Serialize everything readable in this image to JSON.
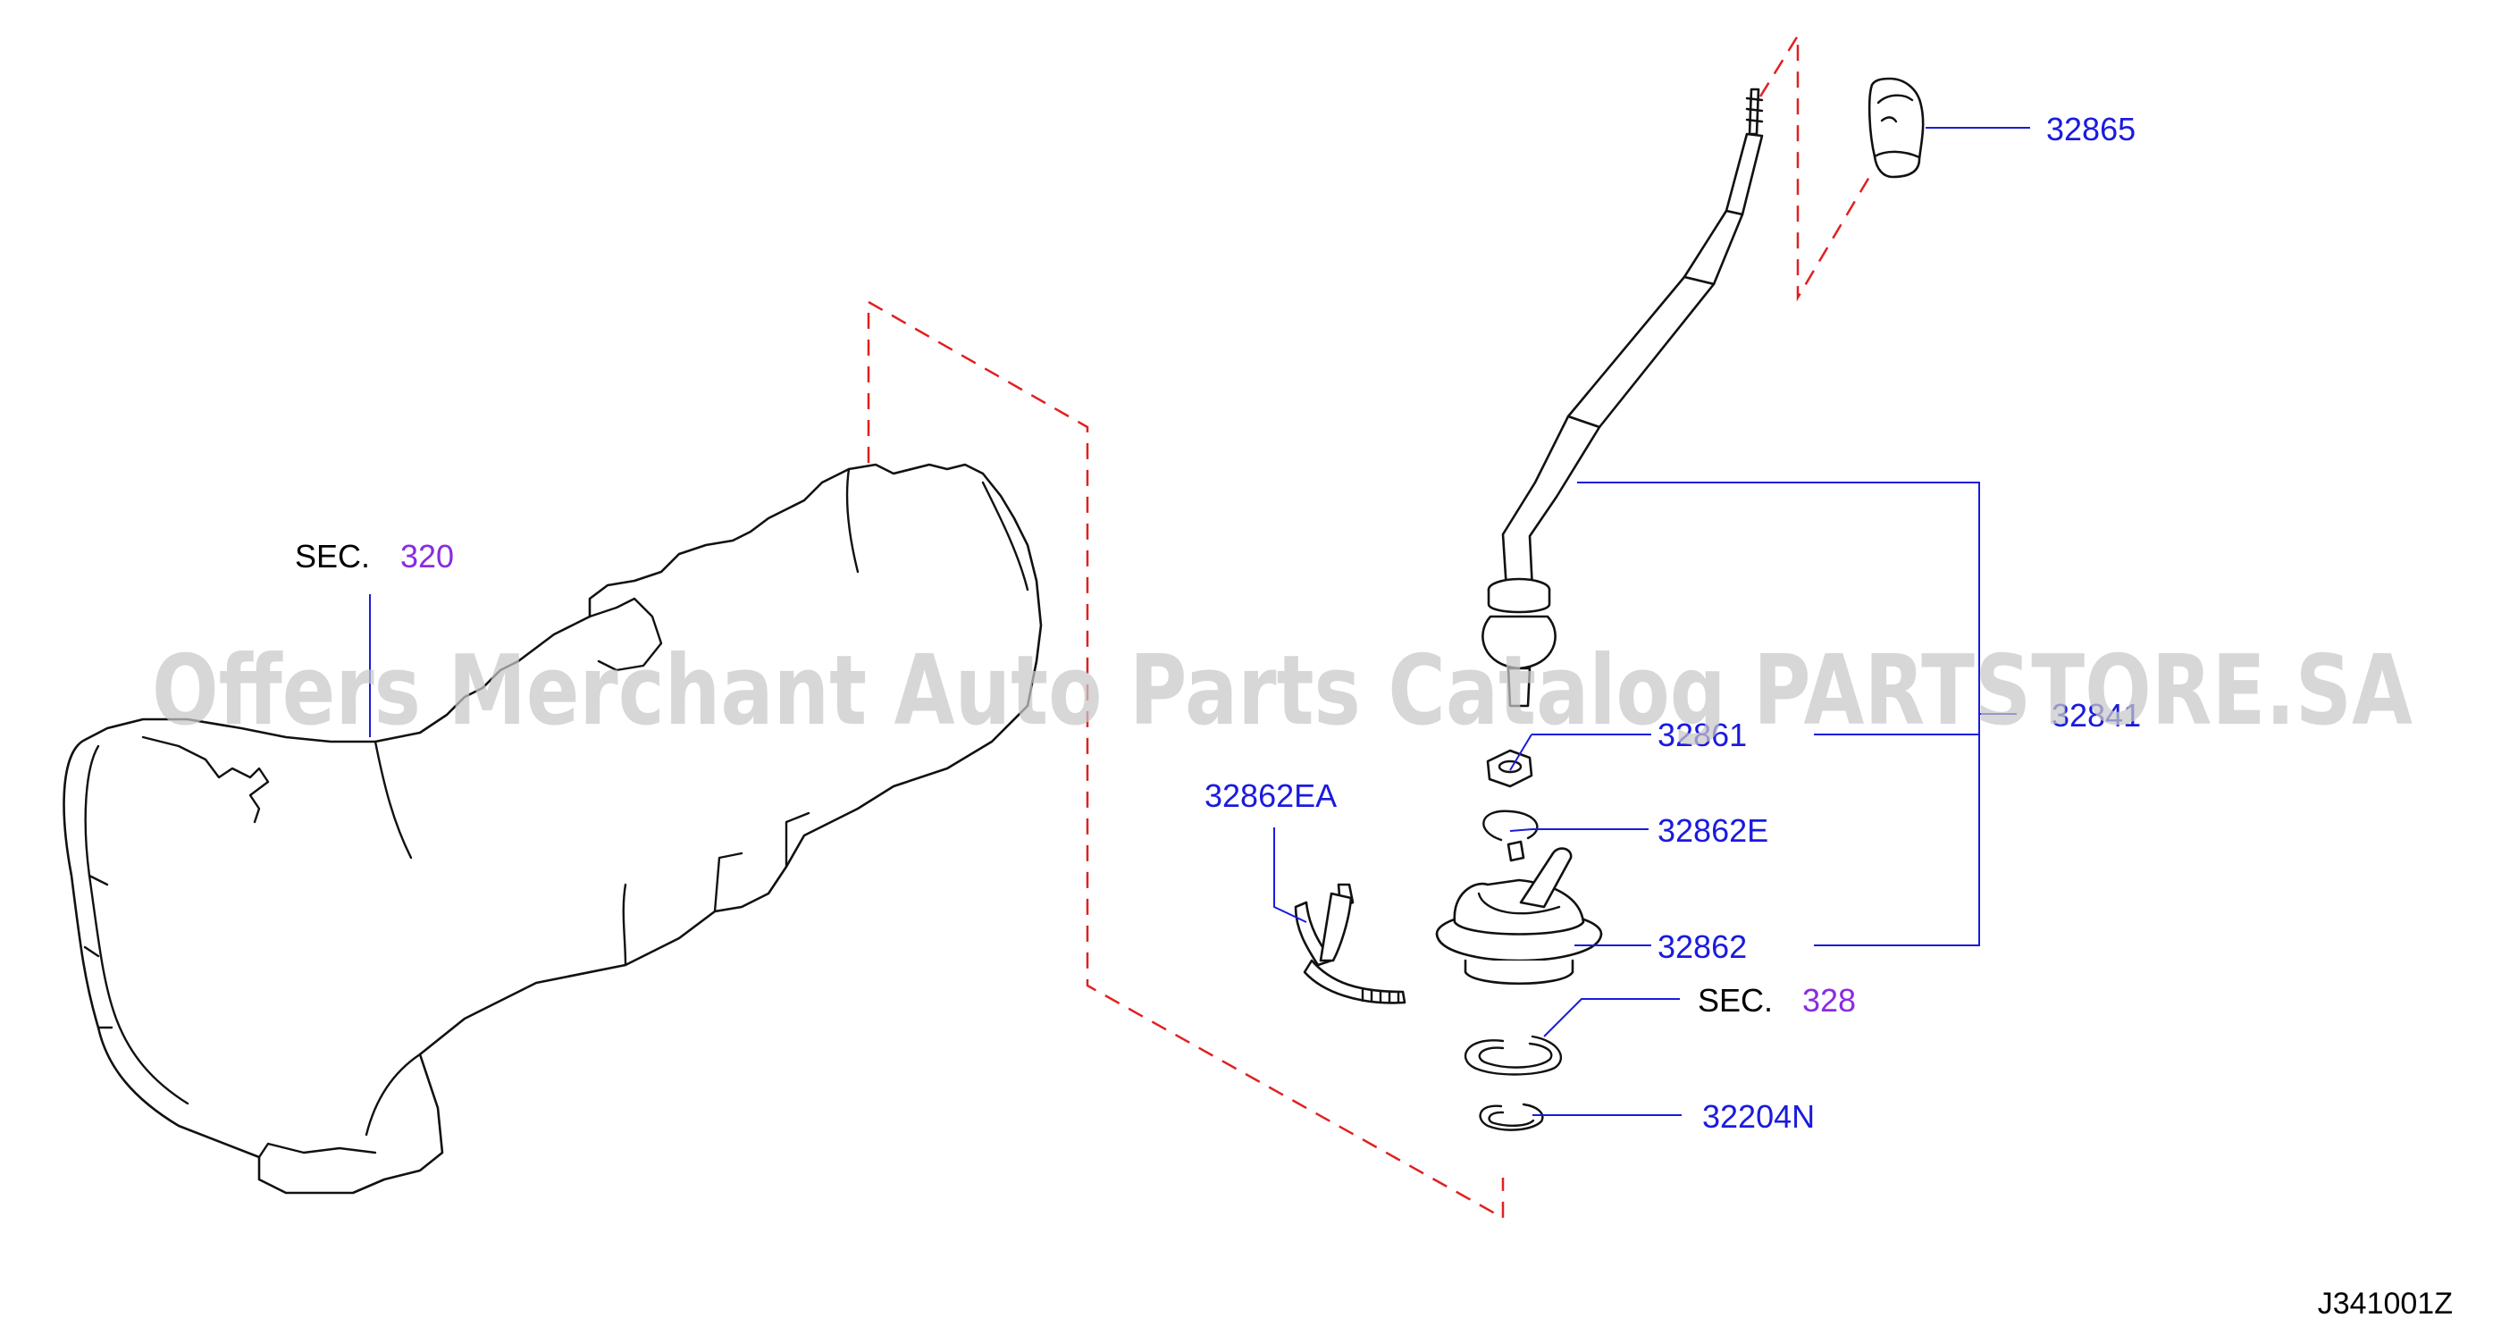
{
  "diagram": {
    "part_labels": {
      "p32865": "32865",
      "p32841": "32841",
      "p32861": "32861",
      "p32862E": "32862E",
      "p32862EA": "32862EA",
      "p32862": "32862",
      "p32204N": "32204N"
    },
    "section_refs": [
      {
        "prefix": "SEC.",
        "number": "320"
      },
      {
        "prefix": "SEC.",
        "number": "328"
      }
    ],
    "figure_code": "J341001Z",
    "watermark": "Offers Merchant Auto Parts Catalog PARTSTORE.SA",
    "colors": {
      "part_number": "#1a1adf",
      "section_number": "#8a2be2",
      "dashed_guide": "#e02020",
      "linework": "#111111"
    }
  }
}
